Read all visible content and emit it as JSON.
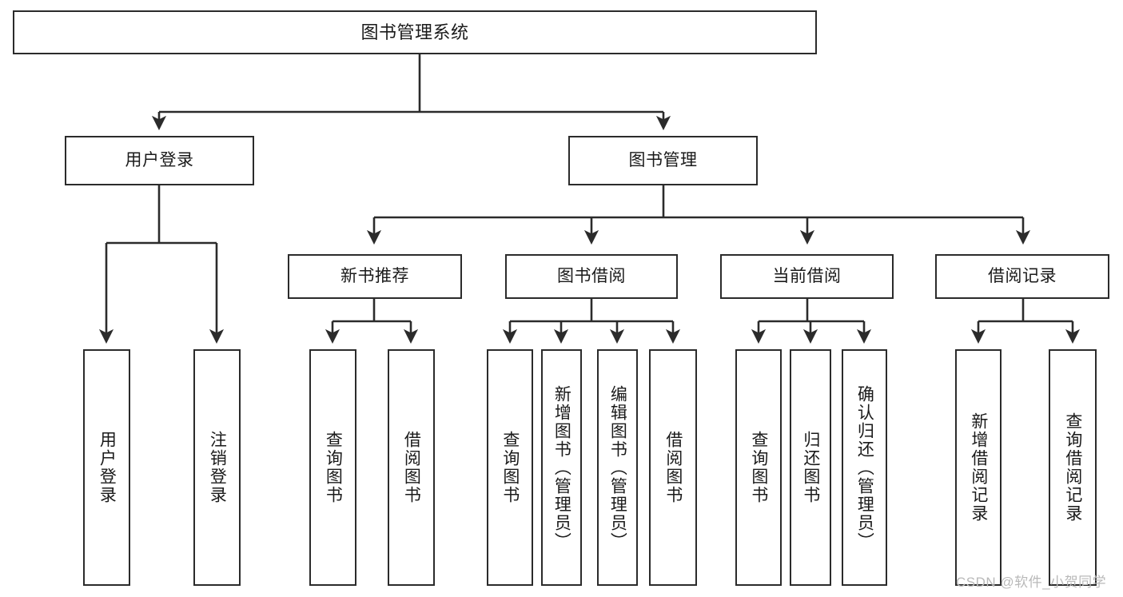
{
  "diagram": {
    "type": "tree-hierarchy-chart",
    "title": "图书管理系统",
    "watermark": "CSDN @软件_小贺同学",
    "colors": {
      "stroke": "#2b2b2b",
      "fill": "#ffffff",
      "text": "#1a1a1a",
      "watermark": "#b9b9b9"
    },
    "nodes": {
      "root": {
        "label": "图书管理系统"
      },
      "level2": [
        {
          "id": "user-login",
          "label": "用户登录"
        },
        {
          "id": "book-management",
          "label": "图书管理"
        }
      ],
      "level3": [
        {
          "id": "new-book-recommend",
          "label": "新书推荐"
        },
        {
          "id": "book-borrow",
          "label": "图书借阅"
        },
        {
          "id": "current-borrow",
          "label": "当前借阅"
        },
        {
          "id": "borrow-record",
          "label": "借阅记录"
        }
      ],
      "leaves": {
        "user-login": [
          {
            "id": "leaf-user-login",
            "label": "用户登录"
          },
          {
            "id": "leaf-logout",
            "label": "注销登录"
          }
        ],
        "new-book-recommend": [
          {
            "id": "leaf-query-book-1",
            "label": "查询图书"
          },
          {
            "id": "leaf-borrow-book-1",
            "label": "借阅图书"
          }
        ],
        "book-borrow": [
          {
            "id": "leaf-query-book-2",
            "label": "查询图书"
          },
          {
            "id": "leaf-add-book",
            "label": "新增图书（管理员）"
          },
          {
            "id": "leaf-edit-book",
            "label": "编辑图书（管理员）"
          },
          {
            "id": "leaf-borrow-book-2",
            "label": "借阅图书"
          }
        ],
        "current-borrow": [
          {
            "id": "leaf-query-book-3",
            "label": "查询图书"
          },
          {
            "id": "leaf-return-book",
            "label": "归还图书"
          },
          {
            "id": "leaf-confirm-return",
            "label": "确认归还（管理员）"
          }
        ],
        "borrow-record": [
          {
            "id": "leaf-add-record",
            "label": "新增借阅记录"
          },
          {
            "id": "leaf-query-record",
            "label": "查询借阅记录"
          }
        ]
      }
    }
  }
}
